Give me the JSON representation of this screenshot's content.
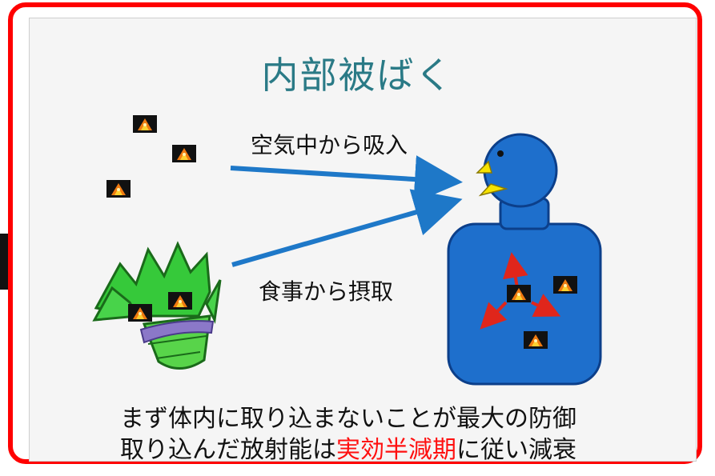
{
  "title": "内部被ばく",
  "routes": {
    "inhalation": "空気中から吸入",
    "ingestion": "食事から摂取"
  },
  "bottom_text": {
    "line1": "まず体内に取り込まないことが最大の防御",
    "line2_before": "取り込んだ放射能は",
    "line2_highlight": "実効半減期",
    "line2_after": "に従い減衰"
  },
  "colors": {
    "frame": "#ff0000",
    "title": "#2a7a86",
    "arrow": "#1e78c8",
    "body": "#1e6fcc",
    "vegetable": "#36c93a",
    "highlight": "#ff1010"
  },
  "icons": [
    "radiation-particle-icon",
    "vegetable-icon",
    "person-icon",
    "beak-icon"
  ]
}
